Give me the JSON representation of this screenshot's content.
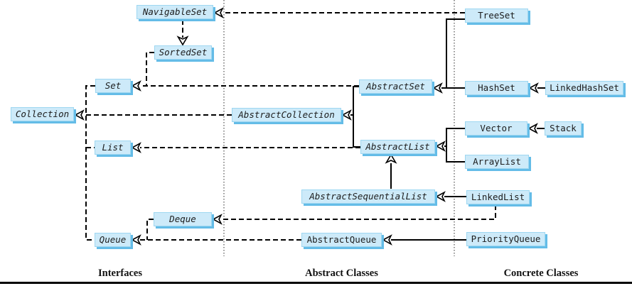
{
  "figure": {
    "description": "Java Collections Framework class hierarchy diagram",
    "columns": {
      "interfaces": "Interfaces",
      "abstract": "Abstract Classes",
      "concrete": "Concrete Classes"
    },
    "nodes": {
      "collection": {
        "label": "Collection",
        "kind": "interface"
      },
      "set": {
        "label": "Set",
        "kind": "interface"
      },
      "navigableset": {
        "label": "NavigableSet",
        "kind": "interface"
      },
      "sortedset": {
        "label": "SortedSet",
        "kind": "interface"
      },
      "list": {
        "label": "List",
        "kind": "interface"
      },
      "deque": {
        "label": "Deque",
        "kind": "interface"
      },
      "queue": {
        "label": "Queue",
        "kind": "interface"
      },
      "abstractcollection": {
        "label": "AbstractCollection",
        "kind": "abstract-class"
      },
      "abstractset": {
        "label": "AbstractSet",
        "kind": "abstract-class"
      },
      "abstractlist": {
        "label": "AbstractList",
        "kind": "abstract-class"
      },
      "abstractsequentiallist": {
        "label": "AbstractSequentialList",
        "kind": "abstract-class"
      },
      "abstractqueue": {
        "label": "AbstractQueue",
        "kind": "abstract-class"
      },
      "treeset": {
        "label": "TreeSet",
        "kind": "concrete-class"
      },
      "hashset": {
        "label": "HashSet",
        "kind": "concrete-class"
      },
      "linkedhashset": {
        "label": "LinkedHashSet",
        "kind": "concrete-class"
      },
      "vector": {
        "label": "Vector",
        "kind": "concrete-class"
      },
      "stack": {
        "label": "Stack",
        "kind": "concrete-class"
      },
      "arraylist": {
        "label": "ArrayList",
        "kind": "concrete-class"
      },
      "linkedlist": {
        "label": "LinkedList",
        "kind": "concrete-class"
      },
      "priorityqueue": {
        "label": "PriorityQueue",
        "kind": "concrete-class"
      }
    },
    "edges": [
      {
        "from": "TreeSet",
        "to": "NavigableSet",
        "type": "implements"
      },
      {
        "from": "NavigableSet",
        "to": "SortedSet",
        "type": "extends"
      },
      {
        "from": "SortedSet",
        "to": "Set",
        "type": "extends"
      },
      {
        "from": "AbstractSet",
        "to": "Set",
        "type": "implements"
      },
      {
        "from": "Set",
        "to": "Collection",
        "type": "extends"
      },
      {
        "from": "List",
        "to": "Collection",
        "type": "extends"
      },
      {
        "from": "Queue",
        "to": "Collection",
        "type": "extends"
      },
      {
        "from": "AbstractCollection",
        "to": "Collection",
        "type": "implements"
      },
      {
        "from": "AbstractList",
        "to": "List",
        "type": "implements"
      },
      {
        "from": "AbstractSet",
        "to": "AbstractCollection",
        "type": "extends"
      },
      {
        "from": "AbstractList",
        "to": "AbstractCollection",
        "type": "extends"
      },
      {
        "from": "TreeSet",
        "to": "AbstractSet",
        "type": "extends"
      },
      {
        "from": "HashSet",
        "to": "AbstractSet",
        "type": "extends"
      },
      {
        "from": "LinkedHashSet",
        "to": "HashSet",
        "type": "extends"
      },
      {
        "from": "Vector",
        "to": "AbstractList",
        "type": "extends"
      },
      {
        "from": "ArrayList",
        "to": "AbstractList",
        "type": "extends"
      },
      {
        "from": "Stack",
        "to": "Vector",
        "type": "extends"
      },
      {
        "from": "AbstractSequentialList",
        "to": "AbstractList",
        "type": "extends"
      },
      {
        "from": "LinkedList",
        "to": "AbstractSequentialList",
        "type": "extends"
      },
      {
        "from": "LinkedList",
        "to": "Deque",
        "type": "implements"
      },
      {
        "from": "Deque",
        "to": "Queue",
        "type": "extends"
      },
      {
        "from": "AbstractQueue",
        "to": "Queue",
        "type": "implements"
      },
      {
        "from": "PriorityQueue",
        "to": "AbstractQueue",
        "type": "extends"
      }
    ],
    "colors": {
      "box_fill": "#cdeaf9",
      "box_shadow": "#64bce7",
      "box_border": "#9ed7f1",
      "line": "#000000",
      "text": "#1c1c1c",
      "background": "#ffffff"
    }
  }
}
